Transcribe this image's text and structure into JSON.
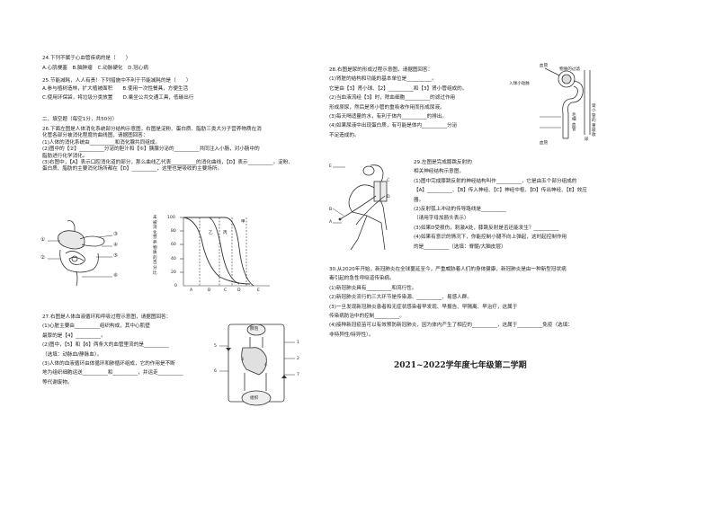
{
  "left": {
    "q24": {
      "stem": "24.下列不属于心血管疾病的是（　　）",
      "options": "A.心肌梗塞　B.脑肿瘤　C.动脉硬化　D.冠心病"
    },
    "q25": {
      "stem": "25.节能减耗，人人有责！下列措施中不利于节能减耗的是（　　）",
      "opt1": "A.参与植树造林，扩大植被面积　　B.使用一次性餐具，方便生活",
      "opt2": "C.使用环保袋，将垃圾分类放置　　D.乘坐公共交通工具，低碳出行"
    },
    "section2": "二、填空题（每空1分，共50分）",
    "q26": [
      "26.下面左图是人体消化系统部分结构示意图，右图是淀粉、蛋白质、脂肪三类大分子营养物质在消",
      "化管各部分被消化程度的曲线图，请据图回答：",
      "(1)人体的消化系统由__________和消化腺共同组成。",
      "(2)图中的【②】__________分泌的胆汁和【⑥】胰腺分泌的__________共同注入小肠，对小肠中的",
      "脂肪进行化学消化。",
      "(3)右图中，【A】表示口腔消化道的部分，那么曲线乙代表__________的消化曲线，【D】表示__________。淀粉、",
      "蛋白质、脂肪的主要消化场所都在【D】__________，这里也是吸收的主要场所。"
    ],
    "q26_fig_labels": [
      "①",
      "②",
      "③",
      "④",
      "⑤",
      "⑥"
    ],
    "q26_chart": {
      "ylabel": "未被消化营养物质的百分比",
      "yticks": [
        "100",
        "80",
        "60",
        "40",
        "20",
        "0"
      ],
      "xticks": [
        "A",
        "B",
        "C",
        "D",
        "E"
      ],
      "curves": [
        "甲",
        "乙",
        "丙"
      ]
    },
    "q27": [
      "27.右图是人体血液循环和呼吸过程示意图，请据图回答：",
      "(1)心脏主要由__________组织构成，其中心肌壁",
      "最厚的是【4】__________。",
      "(2)图中，【5】和【6】两条大的血管里流的是__________",
      "（选填：动脉血/静脉血）。",
      "(3)人体的血液循环由体循环和肺循环组成，它的作用是不断",
      "地为组织细胞运送__________和__________，并运走__________",
      "等代谢废物。"
    ],
    "q27_fig": {
      "top": "肺泡",
      "bottom": "组织",
      "labels": [
        "1",
        "2",
        "3",
        "4",
        "5",
        "6",
        "7"
      ]
    }
  },
  "right": {
    "q28": [
      "28.右图是尿的形成过程示意图，请据图回答：",
      "(1)肾脏的结构和功能的基本单位是__________。",
      "它是由【3】肾小球、【2】__________和【3】肾小管组成的。",
      "(2)当血液流经【3】时，除血细胞__________的滤过作用",
      "形成原尿，然后是肾小管的重吸收作用而形成尿液。",
      "(3)每天喝适量的水，有利于体内__________的排出。",
      "(4)如果尿液中出现蛋白质，有可能是体内__________分泌",
      "不足造成的。"
    ],
    "q28_fig": {
      "l1": "血管",
      "l2": "入球小动脉",
      "l3": "物质的过滤",
      "l4": "毛细血管",
      "l5": "肾小管的重吸收",
      "l6": "尿",
      "l7": "血管"
    },
    "q29": [
      "29.左图是完成膝跳反射的",
      "相关神经结构示意图，",
      "(1)图中完成膝跳反射的神经结构叫作__________，它是由五个部分组成的",
      "【A】__________、【B】传入神经、【C】神经中枢、【D】传出神经、【E】效应",
      "器。",
      "(2)反射弧上冲动的传导路线是__________",
      "（请用字母加箭头表示）",
      "(3)如果D受损伤，刺激A处，膝跳反射是否还能发生？__________",
      "(4)如果有意识的情况下，你能控制小腿不向上弹起，这时起控制作用",
      "的是__________（选填：脊髓/大脑皮层）"
    ],
    "q29_fig_labels": [
      "A",
      "B",
      "C",
      "D",
      "E"
    ],
    "q30": [
      "30.从2020年开始，新冠肺炎在全球蔓延至今，严重威胁着人们的身体健康，新冠肺炎是由一种新型冠状病",
      "毒引起的急性呼吸道传染病。",
      "(1)新冠肺炎具有__________和流行性。",
      "(2)新冠肺炎流行的三大环节是传染源、__________、易感人群。",
      "(3)一旦发现新冠肺炎患者和无症状感染者早发现、早报告、早隔离、早治疗，这属于",
      "传染病防治中的控制__________。",
      "(4)接种新冠疫苗可以有效预防新冠肺炎，因为体内产生了相应的__________，这属于__________免疫（选填：",
      "非特异性/特异性）。"
    ]
  },
  "footer": "2021~2022学年度七年级第二学期"
}
